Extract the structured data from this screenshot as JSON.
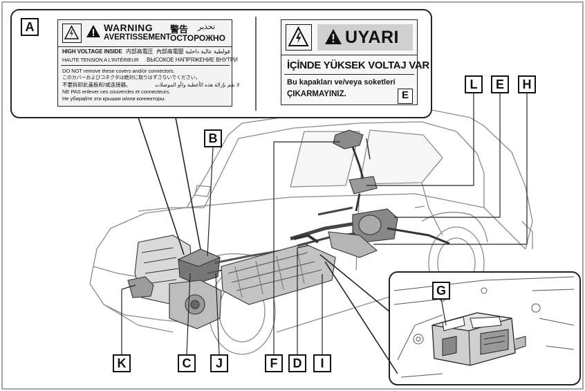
{
  "warning_label": {
    "title_en": "WARNING",
    "title_fr": "AVERTISSEMENT",
    "title_jp": "警告",
    "title_ar": "تحذير",
    "title_ru": "ОСТОРОЖНО",
    "hv_en": "HIGH VOLTAGE INSIDE",
    "hv_jp": "内部高電圧",
    "hv_cn": "內部高電壓",
    "hv_ar": "فولطية عالية داخلية",
    "hv_fr": "HAUTE TENSION A L'INTÉRIEUR",
    "hv_ru": "ВЫСОКОЕ НАПРЯЖЕНИЕ ВНУТРИ",
    "line1": "DO NOT remove these covers and/or connectors.",
    "line2": "このカバーおよびコネクタは絶対に取りはずさないでください。",
    "line3": "不要拆卸此盖板和/或连接器。",
    "line4": "لا تقم بإزالة هذه الأغطية و/أو الموصلات",
    "line5": "NE PAS enlever ces couvercles et connecteurs.",
    "line6": "Не убирайте эти крышки и/или коннекторы."
  },
  "uyari_label": {
    "title": "UYARI",
    "line1": "İÇİNDE YÜKSEK VOLTAJ VAR",
    "line2": "Bu kapakları ve/veya soketleri",
    "line3": "ÇIKARMAYINIZ."
  },
  "callouts": {
    "A": "A",
    "B": "B",
    "C": "C",
    "D": "D",
    "E": "E",
    "F": "F",
    "G": "G",
    "H": "H",
    "I": "I",
    "J": "J",
    "K": "K",
    "L": "L"
  },
  "label_e_marker": "E"
}
